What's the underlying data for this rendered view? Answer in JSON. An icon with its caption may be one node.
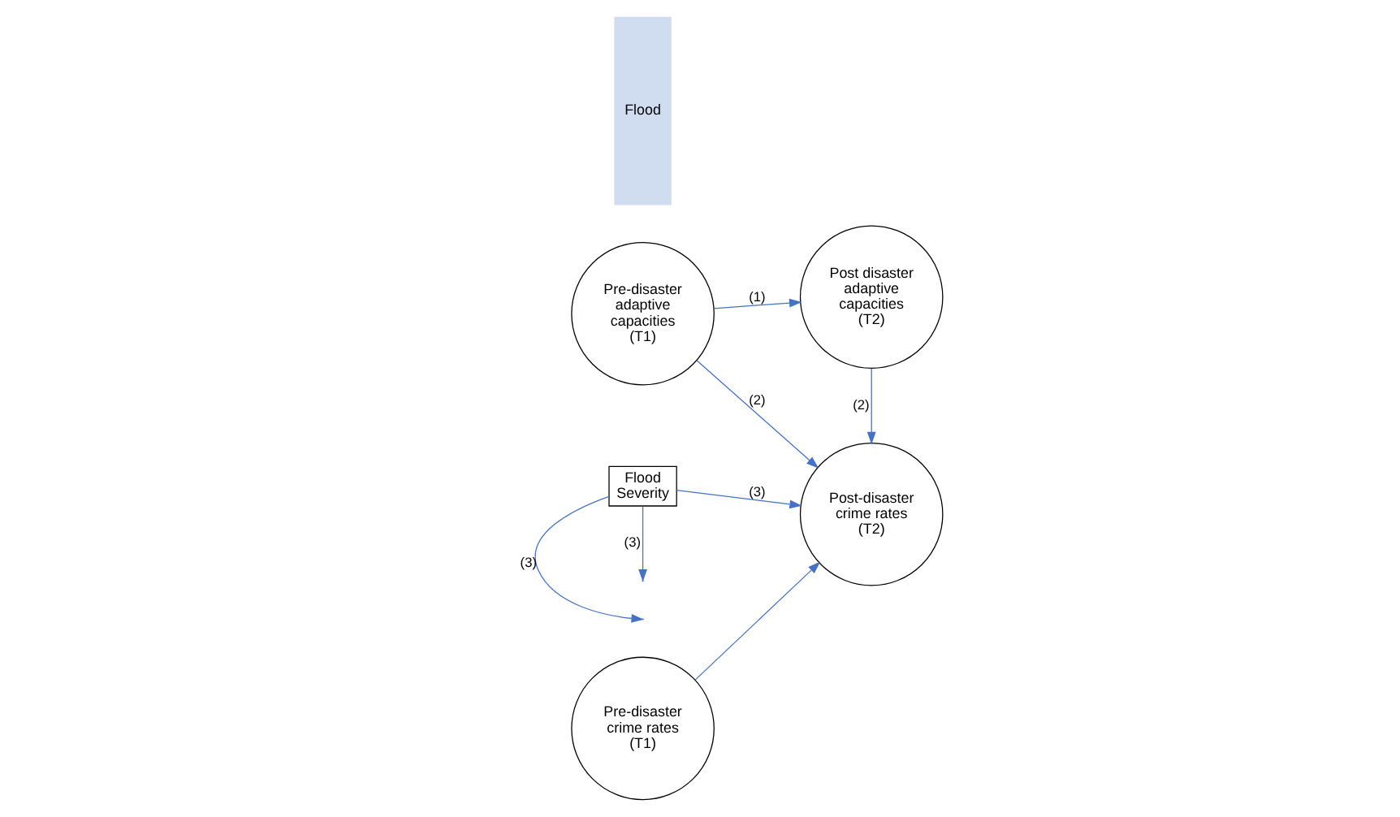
{
  "diagram": {
    "nodes": [
      {
        "text": [
          "Pre-disaster adaptive capacities (T1)"
        ]
      },
      {
        "text": [
          "Post disaster adaptive capacities (T2)"
        ]
      },
      {
        "text": [
          "Flood Severity"
        ]
      },
      {
        "text": [
          "Flood"
        ]
      },
      {
        "text": [
          "Pre-disaster crime rates (T1)"
        ]
      },
      {
        "text": [
          "Post-disaster crime rates (T2)"
        ]
      }
    ],
    "edges": [
      {
        "from": 0,
        "to": 1,
        "arrow": "to",
        "label": "(1)"
      },
      {
        "from": 0,
        "to": 5,
        "arrow": "to",
        "label": "(2)"
      },
      {
        "from": 2,
        "to": null,
        "arrow": "to",
        "label": "(3)"
      },
      {
        "from": 2,
        "to": 5,
        "arrow": "to",
        "label": "(3)"
      },
      {
        "from": 1,
        "to": 5,
        "arrow": "to",
        "label": "(2)"
      },
      {
        "from": 2,
        "to": null,
        "arrow": "to",
        "label": "(3)"
      },
      {
        "from": 4,
        "to": 5,
        "arrow": "to"
      }
    ]
  }
}
